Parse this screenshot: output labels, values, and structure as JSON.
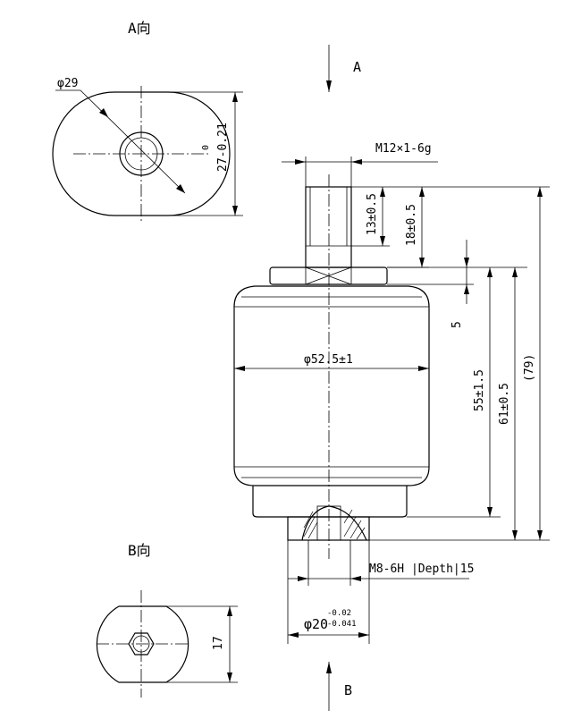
{
  "views": {
    "view_a_title": "A向",
    "view_b_title": "B向",
    "arrow_a_label": "A",
    "arrow_b_label": "B"
  },
  "dimensions": {
    "a_view_diameter": "φ29",
    "a_view_flat_upper": "0",
    "a_view_flat_value": "27-0.21",
    "top_thread": "M12×1-6g",
    "thread_length": "13±0.5",
    "stud_length": "18±0.5",
    "flange_thickness": "5",
    "body_diameter": "φ52.5±1",
    "height_55": "55±1.5",
    "height_61": "61±0.5",
    "total_height": "(79)",
    "bottom_thread": "M8-6H |Depth|15",
    "bottom_diameter_main": "φ20",
    "bottom_diameter_tol_upper": "-0.02",
    "bottom_diameter_tol_lower": "-0.041",
    "b_view_flat": "17"
  }
}
